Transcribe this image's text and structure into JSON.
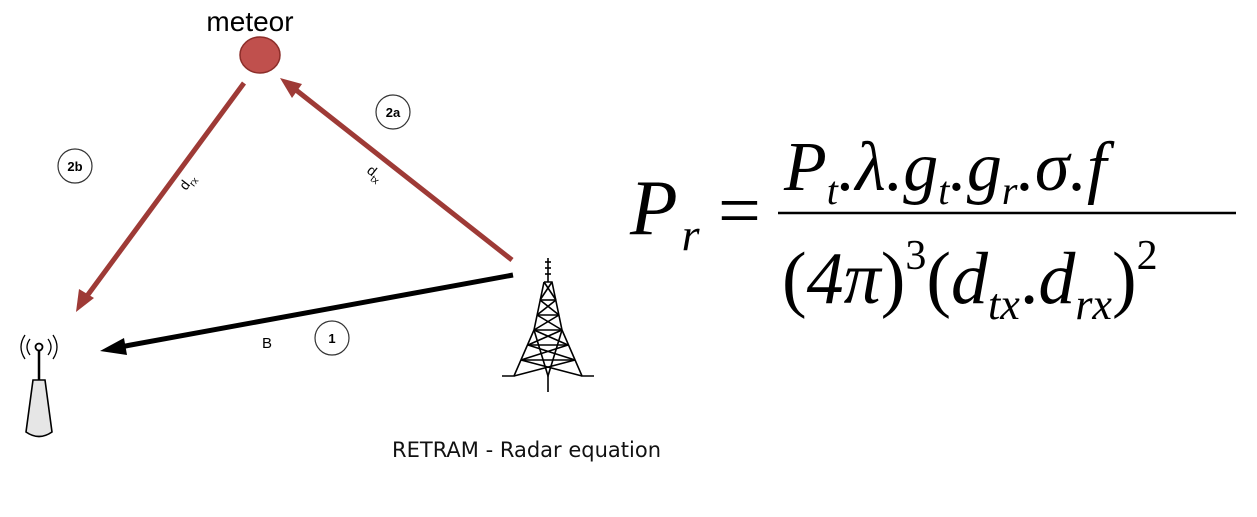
{
  "title": "RETRAM - Radar equation",
  "meteor": {
    "label": "meteor",
    "color": "#c0504d"
  },
  "paths": {
    "tx_to_meteor": {
      "step": "2a",
      "distance_main": "d",
      "distance_sub": "tx",
      "color": "#9e3a36"
    },
    "meteor_to_rx": {
      "step": "2b",
      "distance_main": "d",
      "distance_sub": "rx",
      "color": "#9e3a36"
    },
    "baseline": {
      "step": "1",
      "label": "B",
      "color": "#000000"
    }
  },
  "equation": {
    "lhs": {
      "main": "P",
      "sub": "r"
    },
    "equals": "=",
    "numerator": [
      {
        "main": "P",
        "sub": "t"
      },
      {
        "sep": "."
      },
      {
        "main": "λ"
      },
      {
        "sep": "."
      },
      {
        "main": "g",
        "sub": "t"
      },
      {
        "sep": "."
      },
      {
        "main": "g",
        "sub": "r"
      },
      {
        "sep": "."
      },
      {
        "main": "σ"
      },
      {
        "sep": "."
      },
      {
        "main": "f"
      }
    ],
    "denominator": {
      "left_paren": "(",
      "four_pi": "4π",
      "right_paren": ")",
      "power_1": "3",
      "d_left_paren": "(",
      "d1_main": "d",
      "d1_sub": "tx",
      "dot": ".",
      "d2_main": "d",
      "d2_sub": "rx",
      "d_right_paren": ")",
      "power_2": "2"
    }
  }
}
